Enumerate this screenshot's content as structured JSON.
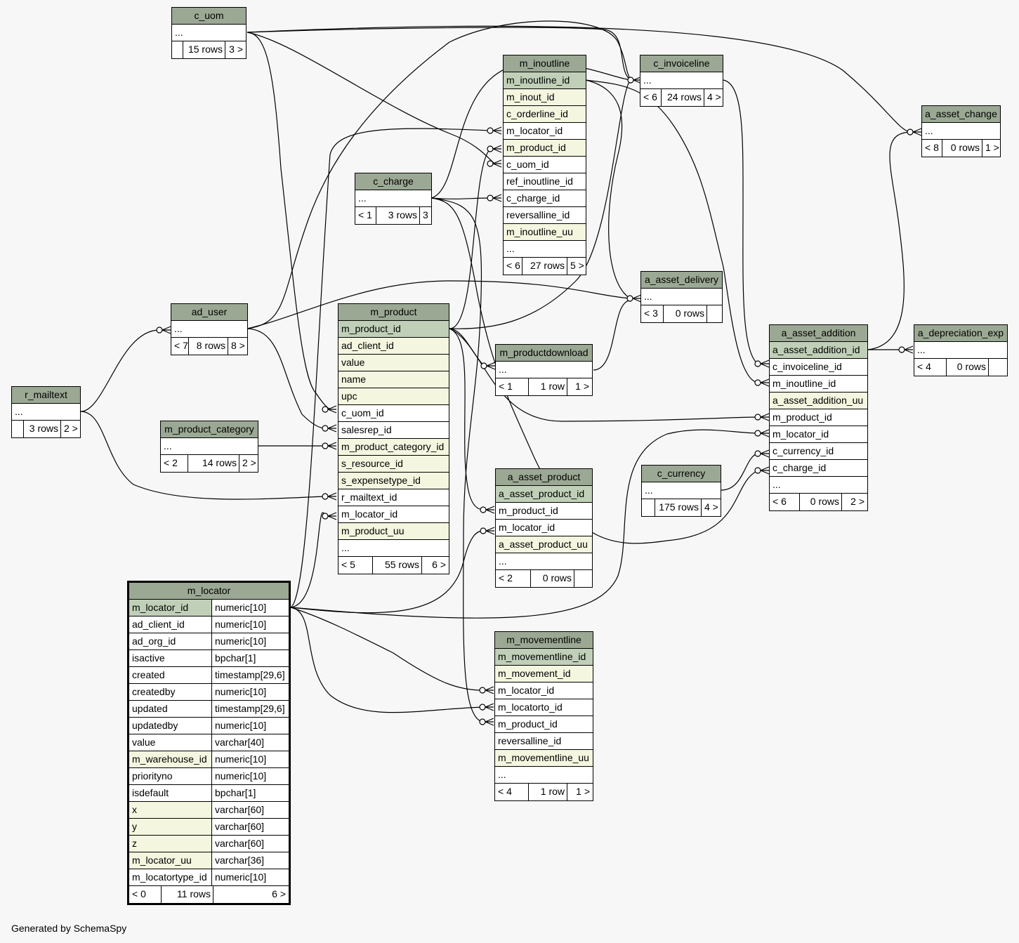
{
  "footer": "Generated by SchemaSpy",
  "tables": {
    "c_uom": {
      "name": "c_uom",
      "rows": [
        {
          "t": "...",
          "k": ""
        }
      ],
      "footer": [
        "",
        "15 rows",
        "3 >"
      ]
    },
    "m_inoutline": {
      "name": "m_inoutline",
      "rows": [
        {
          "t": "m_inoutline_id",
          "k": "pk"
        },
        {
          "t": "m_inout_id",
          "k": "idx"
        },
        {
          "t": "c_orderline_id",
          "k": "idx"
        },
        {
          "t": "m_locator_id",
          "k": ""
        },
        {
          "t": "m_product_id",
          "k": "idx"
        },
        {
          "t": "c_uom_id",
          "k": ""
        },
        {
          "t": "ref_inoutline_id",
          "k": ""
        },
        {
          "t": "c_charge_id",
          "k": ""
        },
        {
          "t": "reversalline_id",
          "k": ""
        },
        {
          "t": "m_inoutline_uu",
          "k": "idx"
        },
        {
          "t": "...",
          "k": ""
        }
      ],
      "footer": [
        "< 6",
        "27 rows",
        "5 >"
      ]
    },
    "c_invoiceline": {
      "name": "c_invoiceline",
      "rows": [
        {
          "t": "...",
          "k": ""
        }
      ],
      "footer": [
        "< 6",
        "24 rows",
        "4 >"
      ]
    },
    "a_asset_change": {
      "name": "a_asset_change",
      "rows": [
        {
          "t": "...",
          "k": ""
        }
      ],
      "footer": [
        "< 8",
        "0 rows",
        "1 >"
      ]
    },
    "c_charge": {
      "name": "c_charge",
      "rows": [
        {
          "t": "...",
          "k": ""
        }
      ],
      "footer": [
        "< 1",
        "3 rows",
        "3 >"
      ]
    },
    "a_asset_delivery": {
      "name": "a_asset_delivery",
      "rows": [
        {
          "t": "...",
          "k": ""
        }
      ],
      "footer": [
        "< 3",
        "0 rows",
        ""
      ]
    },
    "ad_user": {
      "name": "ad_user",
      "rows": [
        {
          "t": "...",
          "k": ""
        }
      ],
      "footer": [
        "< 7",
        "8 rows",
        "8 >"
      ]
    },
    "m_product": {
      "name": "m_product",
      "rows": [
        {
          "t": "m_product_id",
          "k": "pk"
        },
        {
          "t": "ad_client_id",
          "k": "idx"
        },
        {
          "t": "value",
          "k": "idx"
        },
        {
          "t": "name",
          "k": "idx"
        },
        {
          "t": "upc",
          "k": "idx"
        },
        {
          "t": "c_uom_id",
          "k": ""
        },
        {
          "t": "salesrep_id",
          "k": ""
        },
        {
          "t": "m_product_category_id",
          "k": "idx"
        },
        {
          "t": "s_resource_id",
          "k": "idx"
        },
        {
          "t": "s_expensetype_id",
          "k": "idx"
        },
        {
          "t": "r_mailtext_id",
          "k": ""
        },
        {
          "t": "m_locator_id",
          "k": ""
        },
        {
          "t": "m_product_uu",
          "k": "idx"
        },
        {
          "t": "...",
          "k": ""
        }
      ],
      "footer": [
        "< 5",
        "55 rows",
        "6 >"
      ]
    },
    "m_productdownload": {
      "name": "m_productdownload",
      "rows": [
        {
          "t": "...",
          "k": ""
        }
      ],
      "footer": [
        "< 1",
        "1 row",
        "1 >"
      ]
    },
    "a_asset_addition": {
      "name": "a_asset_addition",
      "rows": [
        {
          "t": "a_asset_addition_id",
          "k": "pk"
        },
        {
          "t": "c_invoiceline_id",
          "k": ""
        },
        {
          "t": "m_inoutline_id",
          "k": ""
        },
        {
          "t": "a_asset_addition_uu",
          "k": "idx"
        },
        {
          "t": "m_product_id",
          "k": ""
        },
        {
          "t": "m_locator_id",
          "k": ""
        },
        {
          "t": "c_currency_id",
          "k": ""
        },
        {
          "t": "c_charge_id",
          "k": ""
        },
        {
          "t": "...",
          "k": ""
        }
      ],
      "footer": [
        "< 6",
        "0 rows",
        "2 >"
      ]
    },
    "a_depreciation_exp": {
      "name": "a_depreciation_exp",
      "rows": [
        {
          "t": "...",
          "k": ""
        }
      ],
      "footer": [
        "< 4",
        "0 rows",
        ""
      ]
    },
    "r_mailtext": {
      "name": "r_mailtext",
      "rows": [
        {
          "t": "...",
          "k": ""
        }
      ],
      "footer": [
        "",
        "3 rows",
        "2 >"
      ]
    },
    "m_product_category": {
      "name": "m_product_category",
      "rows": [
        {
          "t": "...",
          "k": ""
        }
      ],
      "footer": [
        "< 2",
        "14 rows",
        "2 >"
      ]
    },
    "a_asset_product": {
      "name": "a_asset_product",
      "rows": [
        {
          "t": "a_asset_product_id",
          "k": "pk"
        },
        {
          "t": "m_product_id",
          "k": ""
        },
        {
          "t": "m_locator_id",
          "k": ""
        },
        {
          "t": "a_asset_product_uu",
          "k": "idx"
        },
        {
          "t": "...",
          "k": ""
        }
      ],
      "footer": [
        "< 2",
        "0 rows",
        ""
      ]
    },
    "c_currency": {
      "name": "c_currency",
      "rows": [
        {
          "t": "...",
          "k": ""
        }
      ],
      "footer": [
        "",
        "175 rows",
        "4 >"
      ]
    },
    "m_locator": {
      "name": "m_locator",
      "rows": [
        {
          "t": "m_locator_id",
          "ty": "numeric[10]",
          "k": "pk"
        },
        {
          "t": "ad_client_id",
          "ty": "numeric[10]",
          "k": ""
        },
        {
          "t": "ad_org_id",
          "ty": "numeric[10]",
          "k": ""
        },
        {
          "t": "isactive",
          "ty": "bpchar[1]",
          "k": ""
        },
        {
          "t": "created",
          "ty": "timestamp[29,6]",
          "k": ""
        },
        {
          "t": "createdby",
          "ty": "numeric[10]",
          "k": ""
        },
        {
          "t": "updated",
          "ty": "timestamp[29,6]",
          "k": ""
        },
        {
          "t": "updatedby",
          "ty": "numeric[10]",
          "k": ""
        },
        {
          "t": "value",
          "ty": "varchar[40]",
          "k": ""
        },
        {
          "t": "m_warehouse_id",
          "ty": "numeric[10]",
          "k": "idx"
        },
        {
          "t": "priorityno",
          "ty": "numeric[10]",
          "k": ""
        },
        {
          "t": "isdefault",
          "ty": "bpchar[1]",
          "k": ""
        },
        {
          "t": "x",
          "ty": "varchar[60]",
          "k": "idx"
        },
        {
          "t": "y",
          "ty": "varchar[60]",
          "k": "idx"
        },
        {
          "t": "z",
          "ty": "varchar[60]",
          "k": "idx"
        },
        {
          "t": "m_locator_uu",
          "ty": "varchar[36]",
          "k": "idx"
        },
        {
          "t": "m_locatortype_id",
          "ty": "numeric[10]",
          "k": ""
        }
      ],
      "footer": [
        "< 0",
        "11 rows",
        "6 >"
      ]
    },
    "m_movementline": {
      "name": "m_movementline",
      "rows": [
        {
          "t": "m_movementline_id",
          "k": "pk"
        },
        {
          "t": "m_movement_id",
          "k": "idx"
        },
        {
          "t": "m_locator_id",
          "k": ""
        },
        {
          "t": "m_locatorto_id",
          "k": ""
        },
        {
          "t": "m_product_id",
          "k": ""
        },
        {
          "t": "reversalline_id",
          "k": ""
        },
        {
          "t": "m_movementline_uu",
          "k": "idx"
        },
        {
          "t": "...",
          "k": ""
        }
      ],
      "footer": [
        "< 4",
        "1 row",
        "1 >"
      ]
    }
  }
}
